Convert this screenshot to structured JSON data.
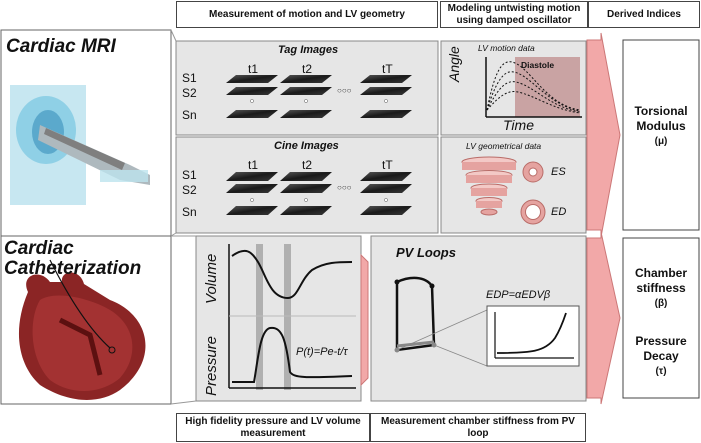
{
  "headers": {
    "measurement": "Measurement of motion and LV geometry",
    "modeling": "Modeling untwisting motion using damped oscillator",
    "derived": "Derived Indices",
    "hifi": "High fidelity pressure and LV volume measurement",
    "chamber": "Measurement chamber stiffness from PV loop"
  },
  "sections": {
    "mri": "Cardiac MRI",
    "cath_line1": "Cardiac",
    "cath_line2": "Catheterization"
  },
  "tag": {
    "title": "Tag Images"
  },
  "cine": {
    "title": "Cine Images"
  },
  "slices": [
    "S1",
    "S2",
    "Sn"
  ],
  "times": [
    "t1",
    "t2",
    "tT"
  ],
  "motion": {
    "title": "LV motion data",
    "ylabel": "Angle",
    "xlabel": "Time",
    "phase": "Diastole"
  },
  "geometry": {
    "title": "LV geometrical data",
    "es": "ES",
    "ed": "ED"
  },
  "pressure_volume": {
    "ylabel_pressure": "Pressure",
    "ylabel_volume": "Volume",
    "formula": "P(t)=Pe-t/τ"
  },
  "pvloops": {
    "title": "PV Loops",
    "formula": "EDP=αEDVβ"
  },
  "indices": {
    "torsion": [
      "Torsional",
      "Modulus",
      "(μ)"
    ],
    "chamber": [
      "Chamber",
      "stiffness",
      "(β)"
    ],
    "decay": [
      "Pressure",
      "Decay",
      "(τ)"
    ]
  },
  "colors": {
    "arrow": "#f2a8a8",
    "panel": "#e6e6e6",
    "heart": "#8b2525",
    "cone": "#e5a3a0"
  }
}
